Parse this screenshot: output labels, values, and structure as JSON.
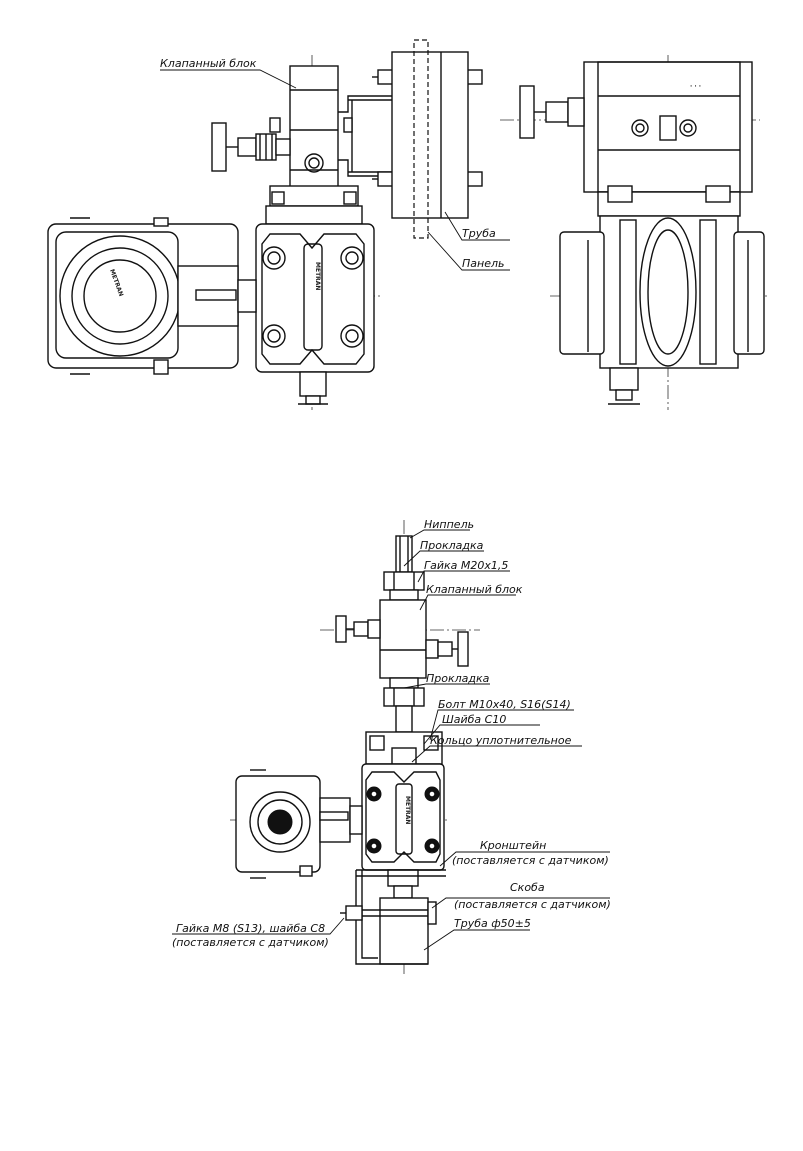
{
  "top_view": {
    "valve_block_label": "Клапанный блок",
    "pipe_label": "Труба",
    "panel_label": "Панель",
    "brand_text": "METRAN"
  },
  "bottom_view": {
    "labels": {
      "nipple": "Ниппель",
      "gasket_top": "Прокладка",
      "nut_m20": "Гайка М20х1,5",
      "valve_block": "Клапанный блок",
      "gasket_bottom": "Прокладка",
      "bolt": "Болт М10х40, S16(S14)",
      "washer": "Шайба С10",
      "seal_ring": "Кольцо уплотнительное",
      "bracket": "Кронштейн",
      "bracket_note": "(поставляется с датчиком)",
      "clamp": "Скоба",
      "clamp_note": "(поставляется с датчиком)",
      "pipe": "Труба ф50±5",
      "nut_m8": "Гайка М8 (S13), шайба С8",
      "nut_m8_note": "(поставляется с датчиком)"
    },
    "brand_text": "METRAN"
  }
}
